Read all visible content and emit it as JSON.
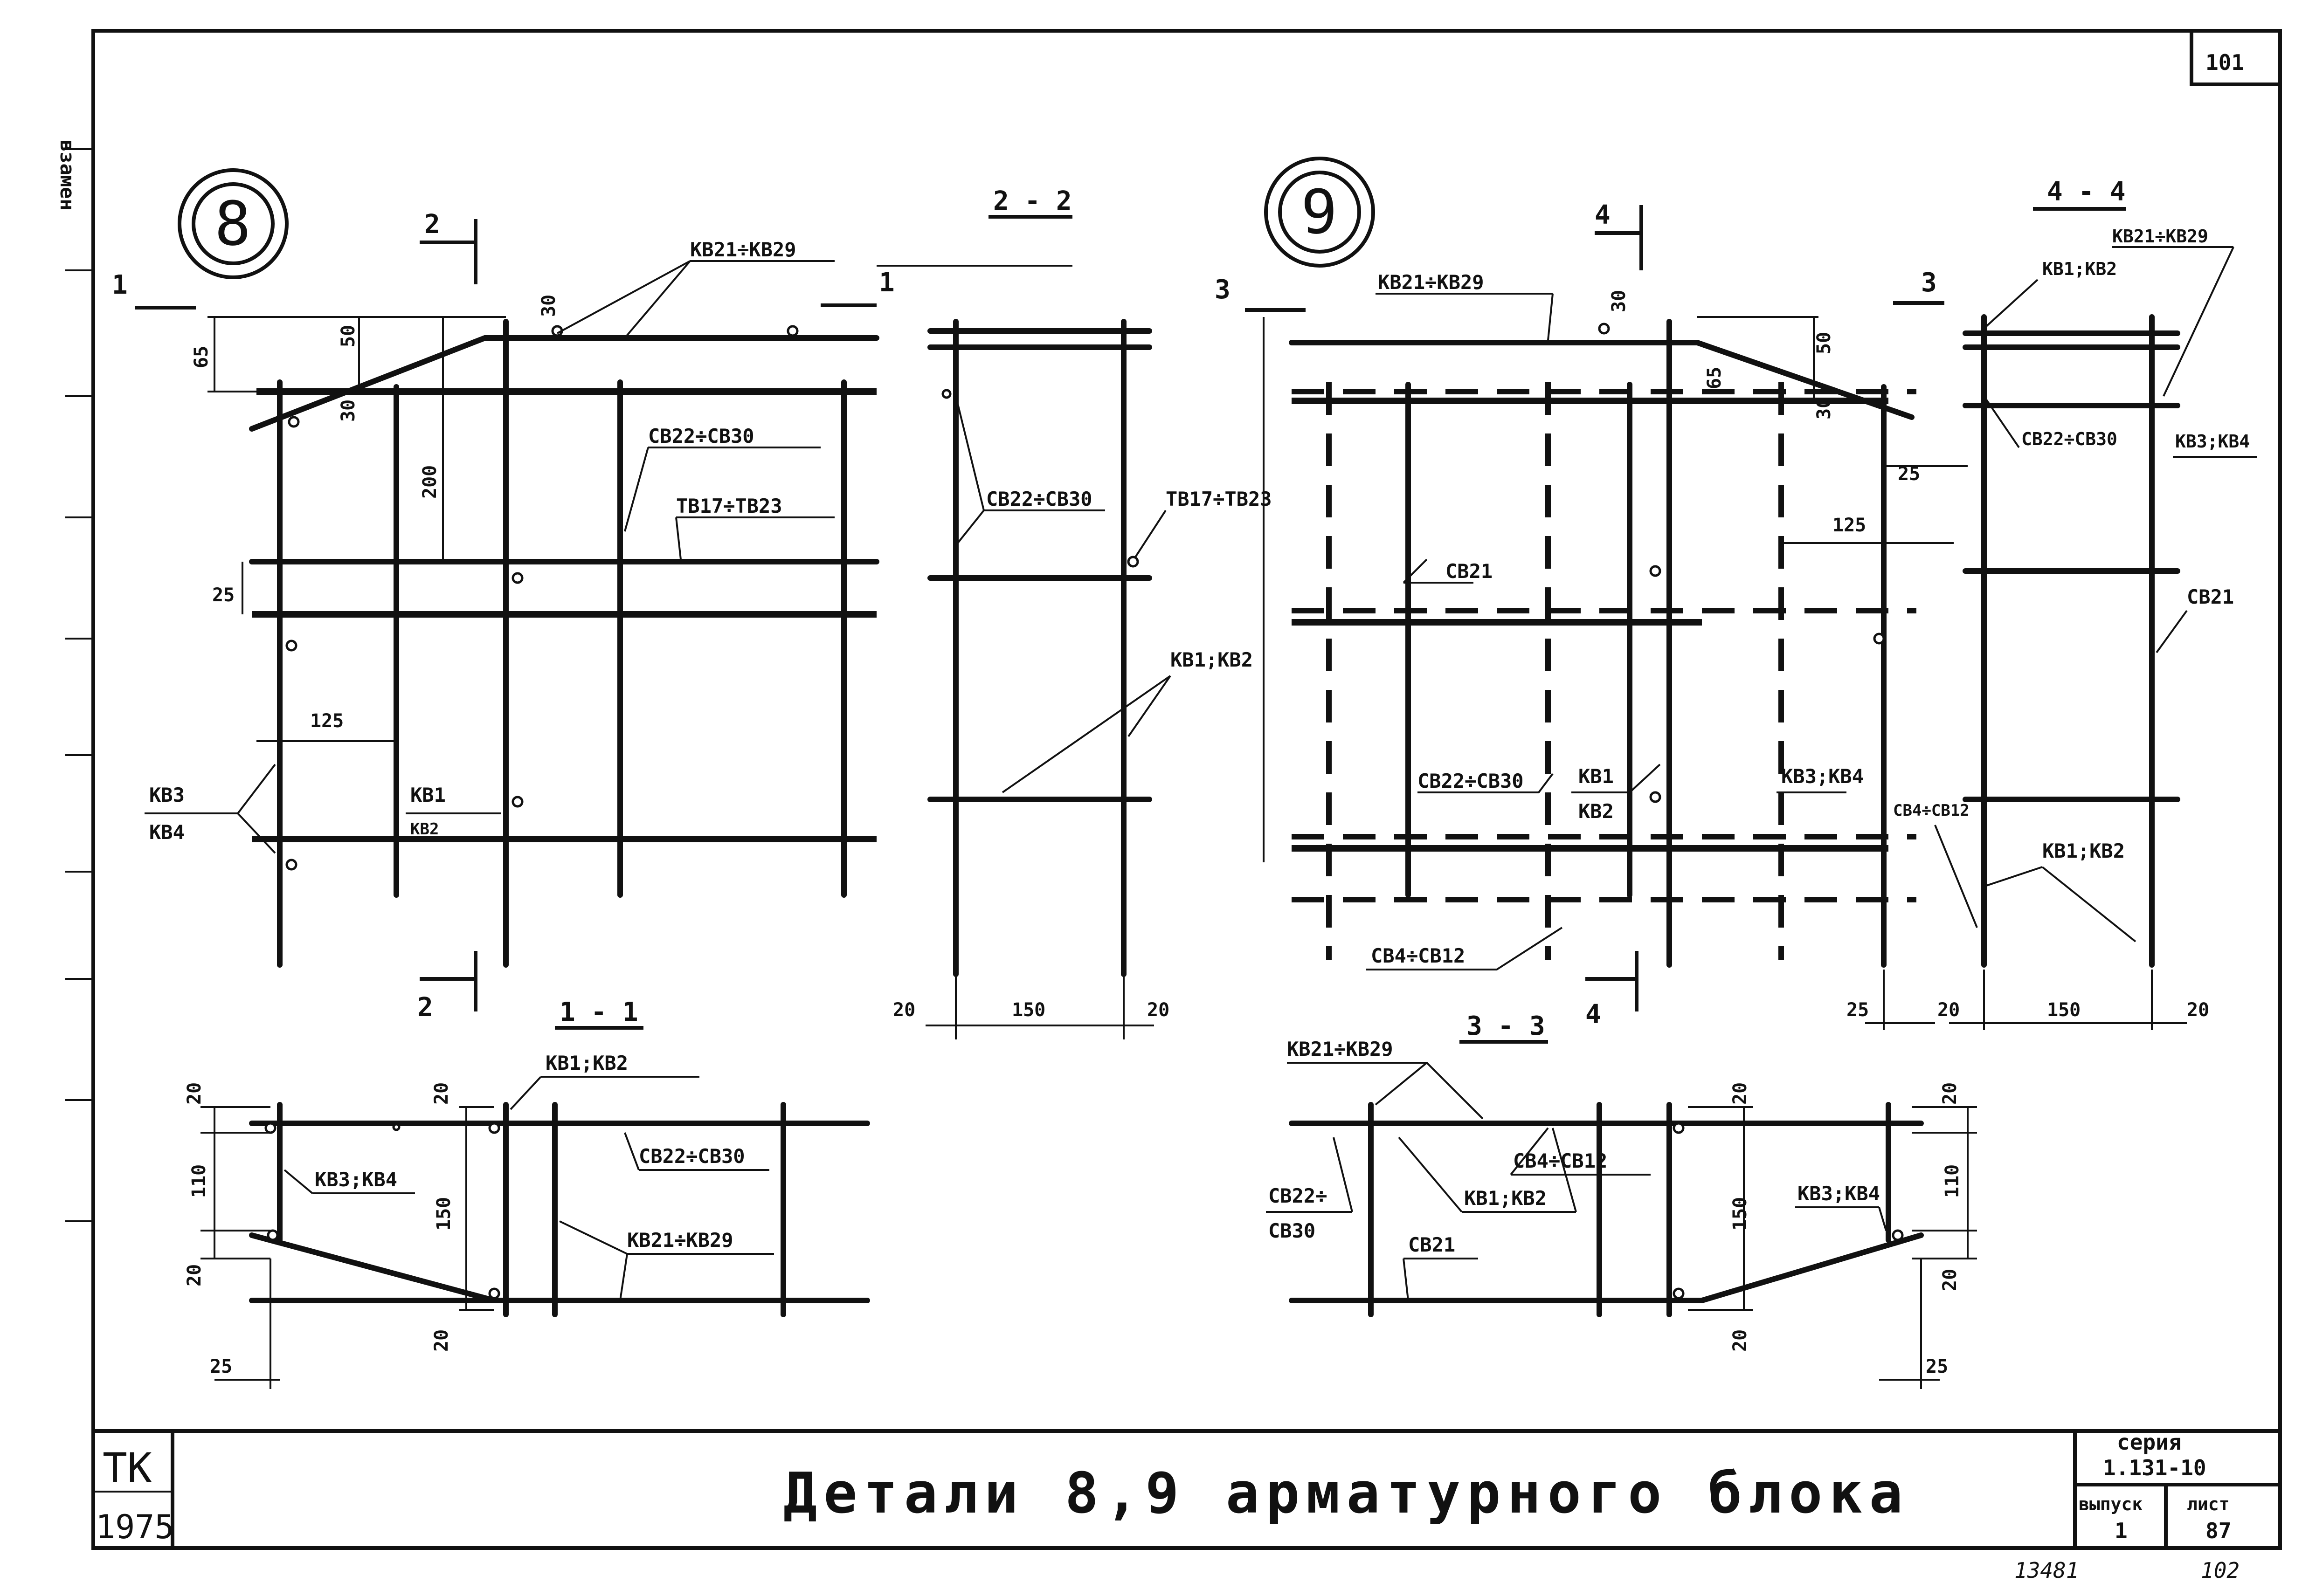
{
  "sheet": {
    "sheet_top_number": "101",
    "title": "Детали 8,9 арматурного блока",
    "stamp_tk": "ТК",
    "stamp_year": "1975",
    "series_label": "серия",
    "series_value": "1.131-10",
    "issue_label": "выпуск",
    "issue_value": "1",
    "sheet_label": "лист",
    "sheet_value": "87",
    "handwritten_left": "13481",
    "handwritten_right": "102",
    "side_text": "взамен"
  },
  "detail8": {
    "number": "8",
    "labels": {
      "top_bars": "КВ21÷КВ29",
      "mesh": "СВ22÷СВ30",
      "tb": "ТВ17÷ТВ23",
      "kb3": "КВ3",
      "kb4": "КВ4",
      "kb1": "КВ1",
      "kb2": "КВ2"
    },
    "dims": {
      "d65": "65",
      "d50": "50",
      "d30a": "30",
      "d30b": "30",
      "d200": "200",
      "d25": "25",
      "d125": "125"
    },
    "cuts": {
      "c1": "1",
      "c2a": "2",
      "c2b": "2",
      "c1b": "1"
    }
  },
  "section22": {
    "title": "2 - 2",
    "labels": {
      "mesh": "СВ22÷СВ30",
      "tb": "ТВ17÷ТВ23",
      "kb": "КВ1;КВ2"
    },
    "dims": {
      "left": "20",
      "mid": "150",
      "right": "20"
    }
  },
  "detail9": {
    "number": "9",
    "labels": {
      "top_bars": "КВ21÷КВ29",
      "cb21": "СВ21",
      "mesh": "СВ22÷СВ30",
      "kb1": "КВ1",
      "kb2": "КВ2",
      "kb34": "КВ3;КВ4",
      "cb4": "СВ4÷СВ12"
    },
    "dims": {
      "d30": "30",
      "d65": "65",
      "d50": "50",
      "d30b": "30",
      "d25": "25",
      "d125": "125",
      "bottom25": "25"
    },
    "cuts": {
      "c3a": "3",
      "c3b": "3",
      "c4a": "4",
      "c4b": "4"
    }
  },
  "section44": {
    "title": "4 - 4",
    "labels": {
      "top": "КВ21÷КВ29",
      "kb12top": "КВ1;КВ2",
      "mesh": "СВ22÷СВ30",
      "kb34": "КВ3;КВ4",
      "cb21": "СВ21",
      "cb4": "СВ4÷СВ12",
      "kb12": "КВ1;КВ2"
    },
    "dims": {
      "left": "20",
      "mid": "150",
      "right": "20"
    }
  },
  "section11": {
    "title": "1 - 1",
    "labels": {
      "kb12": "КВ1;КВ2",
      "kb34": "КВ3;КВ4",
      "mesh": "СВ22÷СВ30",
      "top": "КВ21÷КВ29"
    },
    "dims": {
      "d20a": "20",
      "d110": "110",
      "d20b": "20",
      "d20c": "20",
      "d150": "150",
      "d20d": "20",
      "d25": "25"
    }
  },
  "section33": {
    "title": "3 - 3",
    "labels": {
      "top": "КВ21÷КВ29",
      "mesh1": "СВ22÷",
      "mesh2": "СВ30",
      "cb4": "СВ4÷СВ12",
      "kb12": "КВ1;КВ2",
      "cb21": "СВ21",
      "kb34": "КВ3;КВ4"
    },
    "dims": {
      "d20a": "20",
      "d150": "150",
      "d20b": "20",
      "d20c": "20",
      "d110": "110",
      "d20d": "20",
      "d25": "25"
    }
  }
}
